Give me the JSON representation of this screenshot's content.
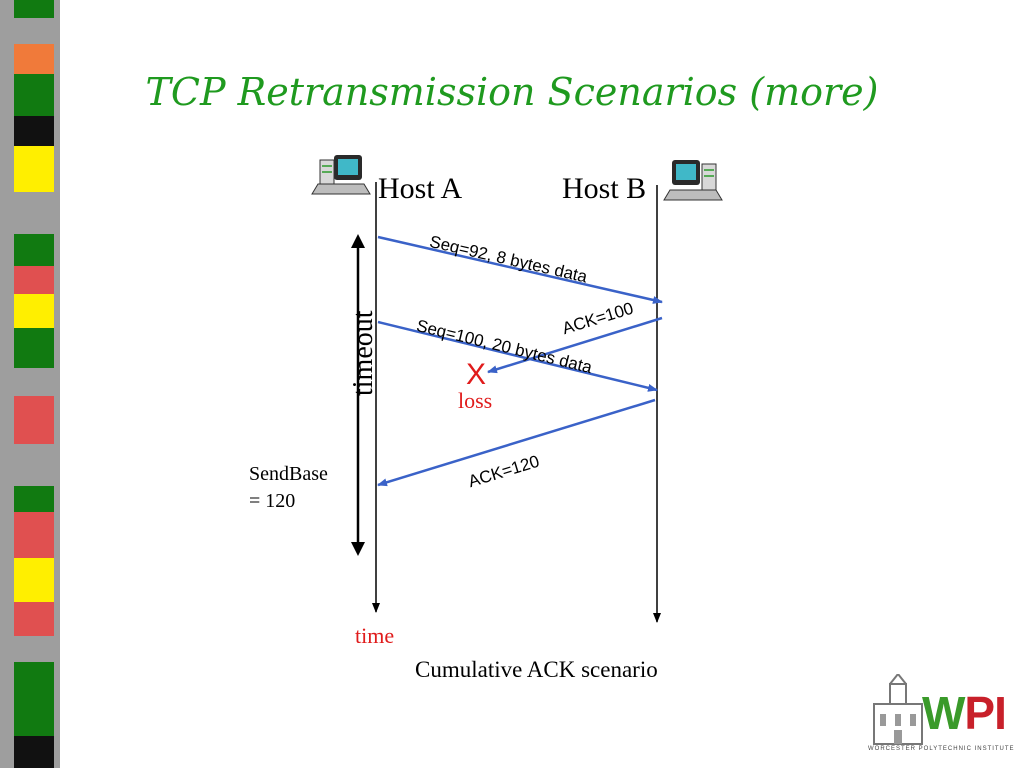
{
  "slide": {
    "title": "TCP Retransmission Scenarios (more)",
    "caption": "Cumulative ACK scenario"
  },
  "hosts": {
    "host_a": "Host A",
    "host_b": "Host B"
  },
  "messages": {
    "seq92": "Seq=92, 8 bytes data",
    "ack100": "ACK=100",
    "seq100": "Seq=100, 20 bytes data",
    "ack120": "ACK=120"
  },
  "labels": {
    "timeout": "timeout",
    "loss_mark": "X",
    "loss": "loss",
    "sendbase_line1": "SendBase",
    "sendbase_line2": "= 120",
    "time": "time"
  },
  "logo": {
    "text": "WPI",
    "subtitle": "WORCESTER POLYTECHNIC INSTITUTE"
  },
  "colors": {
    "title": "#1f9a1f",
    "arrow": "#3a62c8",
    "loss": "#e01b1b",
    "logo_green": "#3a9a2a",
    "logo_red": "#c8202a"
  }
}
